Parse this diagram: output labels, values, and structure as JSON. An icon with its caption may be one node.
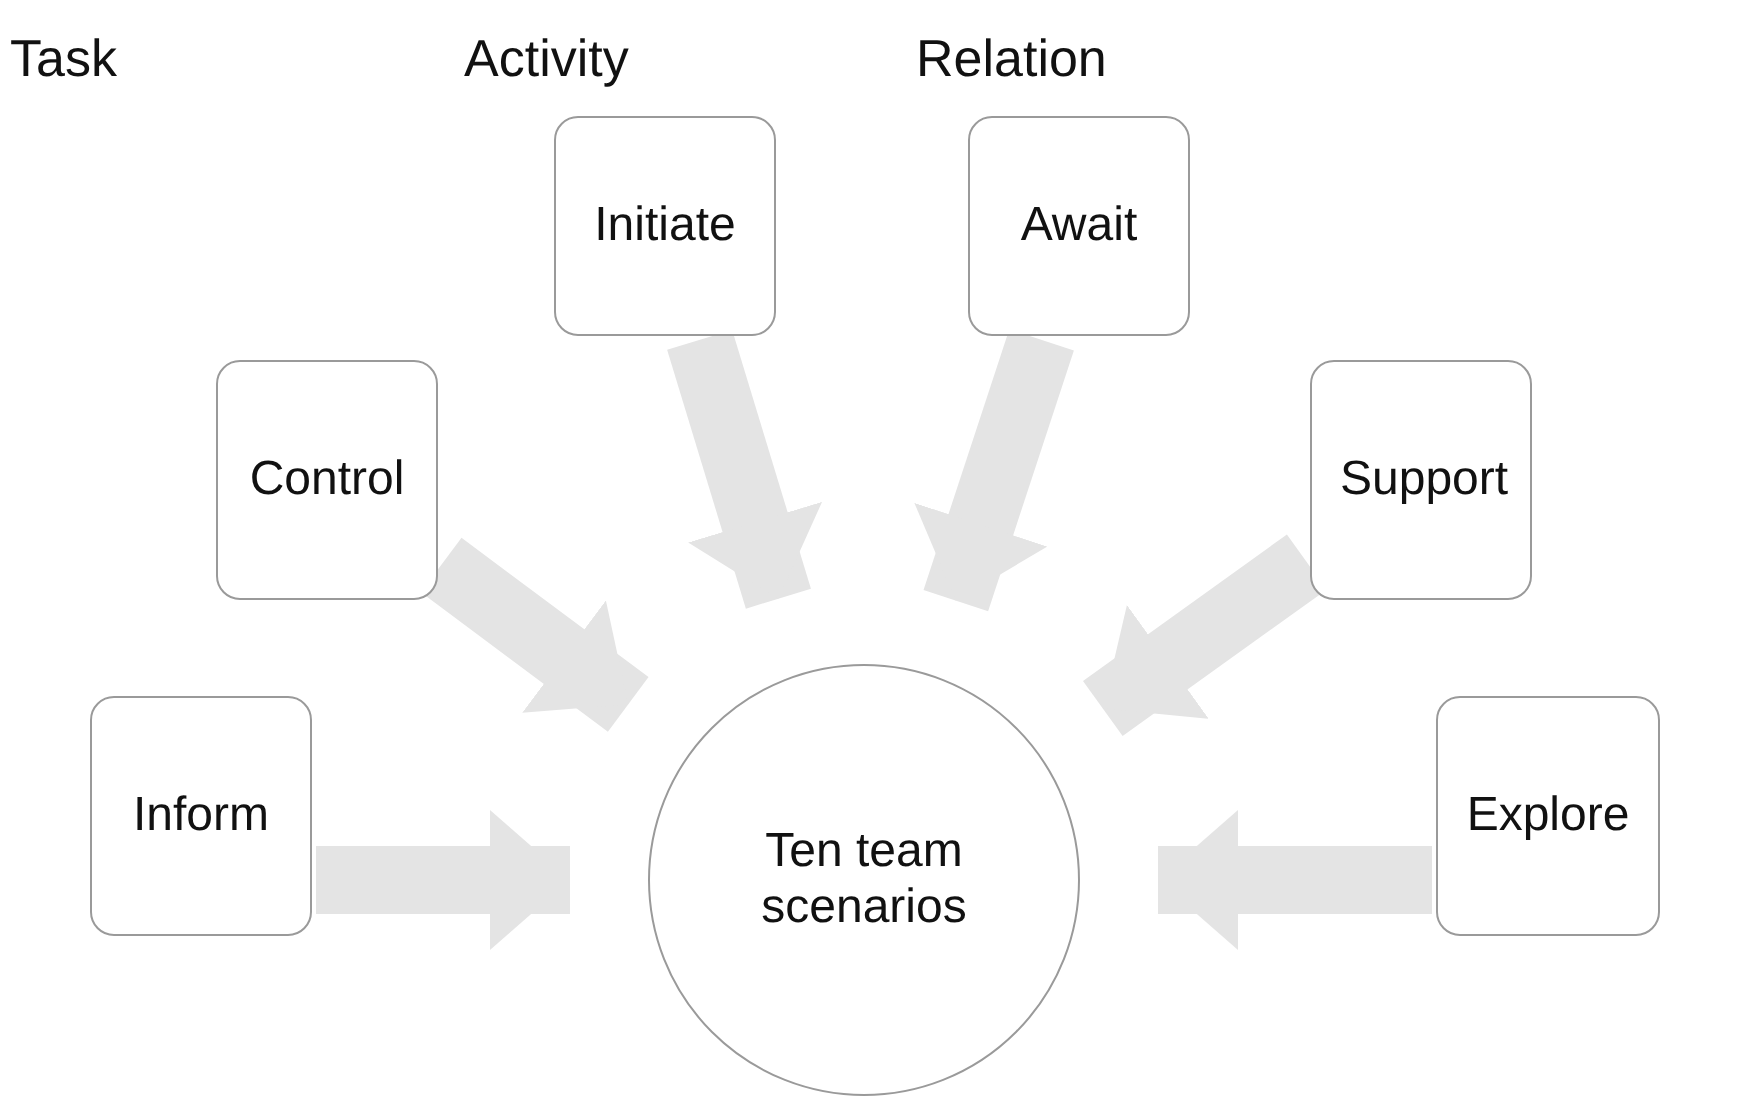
{
  "diagram": {
    "nodes": [
      {
        "text": [
          "Initiate"
        ]
      },
      {
        "text": [
          "Await"
        ]
      },
      {
        "text": [
          "Control"
        ]
      },
      {
        "text": [
          "Support"
        ]
      },
      {
        "text": [
          "Inform"
        ]
      },
      {
        "text": [
          "Ten team scenarios"
        ]
      },
      {
        "text": [
          "Explore"
        ]
      }
    ],
    "edges": [
      {
        "from": 4,
        "to": 5,
        "arrow": "to"
      },
      {
        "from": 2,
        "to": 5,
        "arrow": "to"
      },
      {
        "from": 0,
        "to": 5,
        "arrow": "to"
      },
      {
        "from": 1,
        "to": 5,
        "arrow": "to"
      },
      {
        "from": 3,
        "to": 5,
        "arrow": "to"
      },
      {
        "from": 6,
        "to": 5,
        "arrow": "to"
      }
    ],
    "labels": [
      "Task",
      "Activity",
      "Relation"
    ]
  }
}
